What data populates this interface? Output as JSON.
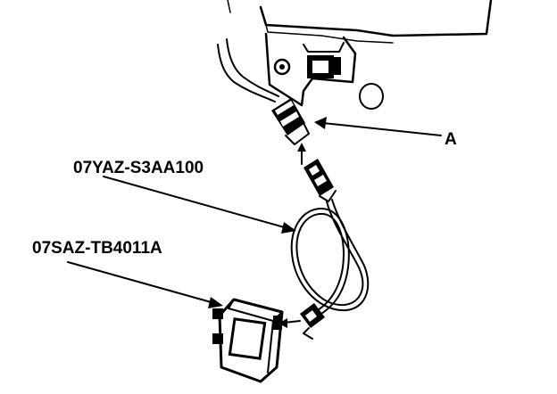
{
  "callouts": {
    "part_a": "A",
    "harness_part_number": "07YAZ-S3AA100",
    "module_part_number": "07SAZ-TB4011A"
  },
  "colors": {
    "ink": "#000000",
    "background": "#ffffff"
  }
}
